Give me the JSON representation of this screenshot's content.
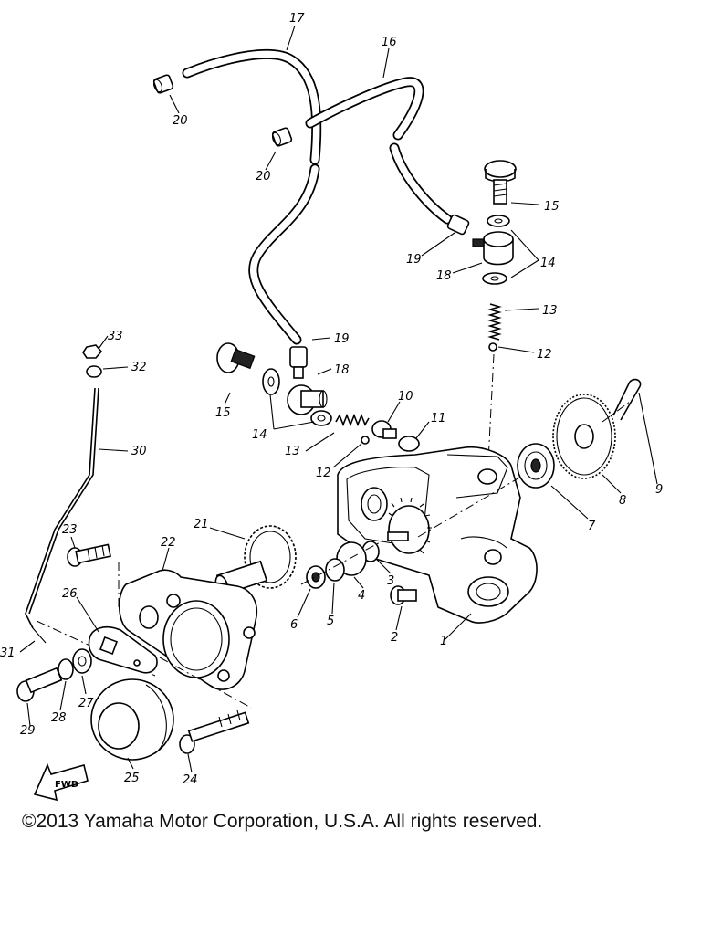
{
  "callouts": {
    "c1": "1",
    "c2": "2",
    "c3": "3",
    "c4": "4",
    "c5": "5",
    "c6": "6",
    "c7": "7",
    "c8": "8",
    "c9": "9",
    "c10": "10",
    "c11": "11",
    "c12a": "12",
    "c12b": "12",
    "c13a": "13",
    "c13b": "13",
    "c14a": "14",
    "c14b": "14",
    "c15a": "15",
    "c15b": "15",
    "c16": "16",
    "c17": "17",
    "c18a": "18",
    "c18b": "18",
    "c19a": "19",
    "c19b": "19",
    "c20a": "20",
    "c20b": "20",
    "c21": "21",
    "c22": "22",
    "c23": "23",
    "c24": "24",
    "c25": "25",
    "c26": "26",
    "c27": "27",
    "c28": "28",
    "c29": "29",
    "c30": "30",
    "c31": "31",
    "c32": "32",
    "c33": "33"
  },
  "fwd_label": "FWD",
  "copyright": "©2013 Yamaha Motor Corporation, U.S.A. All rights reserved."
}
